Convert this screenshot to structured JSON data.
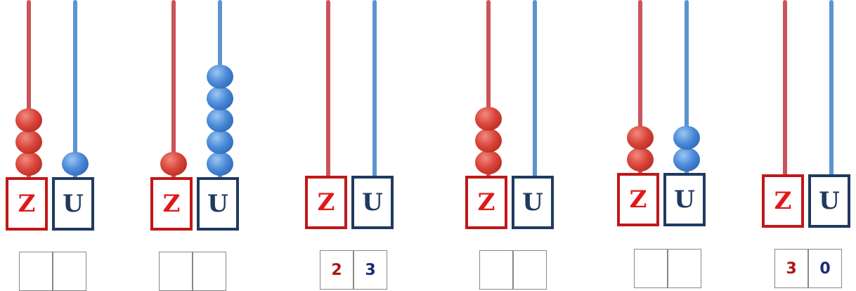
{
  "labels": {
    "tens": "Z",
    "units": "U"
  },
  "colors": {
    "tens": "#c01818",
    "units": "#1f3a60",
    "tens_bead": "#d9453a",
    "units_bead": "#4a8ad8"
  },
  "abacuses": [
    {
      "tens_beads": 3,
      "units_beads": 1,
      "answer_tens": "",
      "answer_units": ""
    },
    {
      "tens_beads": 1,
      "units_beads": 5,
      "answer_tens": "",
      "answer_units": ""
    },
    {
      "tens_beads": 0,
      "units_beads": 0,
      "answer_tens": "2",
      "answer_units": "3"
    },
    {
      "tens_beads": 3,
      "units_beads": 0,
      "answer_tens": "",
      "answer_units": ""
    },
    {
      "tens_beads": 2,
      "units_beads": 2,
      "answer_tens": "",
      "answer_units": ""
    },
    {
      "tens_beads": 0,
      "units_beads": 0,
      "answer_tens": "3",
      "answer_units": "0"
    }
  ]
}
